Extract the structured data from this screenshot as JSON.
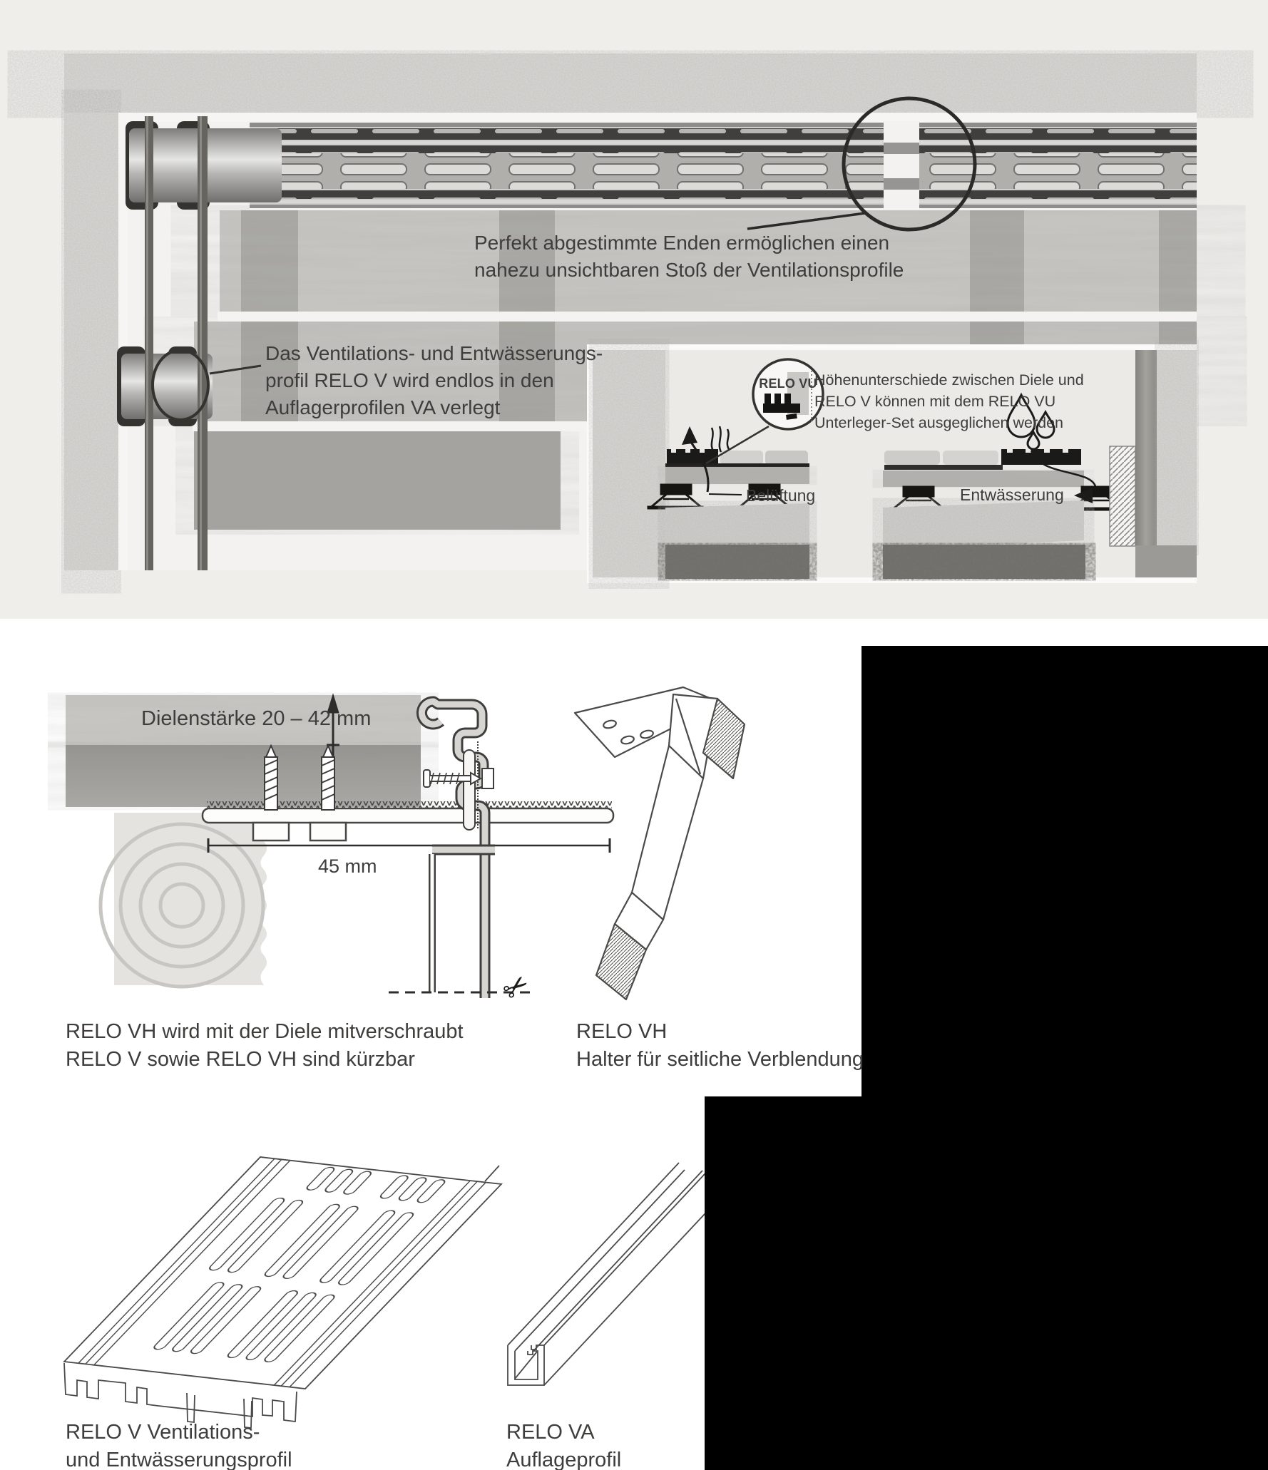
{
  "colors": {
    "page_bg": "#ffffff",
    "band_bg": "#efeeeb",
    "inset_bg": "#eceae7",
    "ink": "#3e3d3c",
    "redaction_black": "#000000"
  },
  "hero": {
    "joint_note": {
      "line1": "Perfekt abgestimmte Enden ermöglichen einen",
      "line2": "nahezu unsichtbaren Stoß der Ventilationsprofile"
    },
    "laying_note": {
      "line1": "Das Ventilations- und Entwässerungs-",
      "line2": "profil RELO V wird endlos in den",
      "line3": "Auflagerprofilen VA verlegt"
    },
    "inset": {
      "badge_label": "RELO VU",
      "note": {
        "line1": "Höhenunterschiede zwischen Diele und",
        "line2": "RELO V können mit dem RELO VU",
        "line3": "Unterleger-Set ausgeglichen werden"
      },
      "ventilation_label": "Belüftung",
      "drainage_label": "Entwässerung"
    }
  },
  "detail": {
    "dim_thickness": "Dielenstärke 20 – 42 mm",
    "dim_width": "45 mm",
    "caption_left": {
      "line1": "RELO VH wird mit der Diele mitverschraubt",
      "line2": "RELO V sowie RELO VH sind kürzbar"
    },
    "caption_right": {
      "line1": "RELO VH",
      "line2": "Halter für seitliche Verblendung"
    }
  },
  "products": {
    "relo_v": {
      "line1": "RELO V Ventilations-",
      "line2": "und Entwässerungsprofil"
    },
    "relo_va": {
      "line1": "RELO VA",
      "line2": "Auflageprofil"
    }
  },
  "icons": {
    "scissors": "✂"
  }
}
